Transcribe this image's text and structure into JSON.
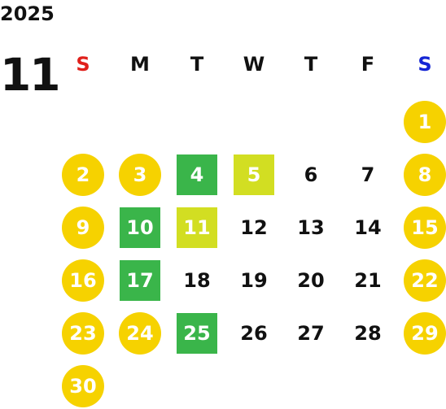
{
  "calendar": {
    "year": "2025",
    "month": "11",
    "weekdays": [
      "S",
      "M",
      "T",
      "W",
      "T",
      "F",
      "S"
    ],
    "days": [
      {
        "label": "1",
        "style": "circle"
      },
      {
        "label": "2",
        "style": "circle"
      },
      {
        "label": "3",
        "style": "circle"
      },
      {
        "label": "4",
        "style": "green"
      },
      {
        "label": "5",
        "style": "lime"
      },
      {
        "label": "6",
        "style": "plain"
      },
      {
        "label": "7",
        "style": "plain"
      },
      {
        "label": "8",
        "style": "circle"
      },
      {
        "label": "9",
        "style": "circle"
      },
      {
        "label": "10",
        "style": "green"
      },
      {
        "label": "11",
        "style": "lime"
      },
      {
        "label": "12",
        "style": "plain"
      },
      {
        "label": "13",
        "style": "plain"
      },
      {
        "label": "14",
        "style": "plain"
      },
      {
        "label": "15",
        "style": "circle"
      },
      {
        "label": "16",
        "style": "circle"
      },
      {
        "label": "17",
        "style": "green"
      },
      {
        "label": "18",
        "style": "plain"
      },
      {
        "label": "19",
        "style": "plain"
      },
      {
        "label": "20",
        "style": "plain"
      },
      {
        "label": "21",
        "style": "plain"
      },
      {
        "label": "22",
        "style": "circle"
      },
      {
        "label": "23",
        "style": "circle"
      },
      {
        "label": "24",
        "style": "circle"
      },
      {
        "label": "25",
        "style": "green"
      },
      {
        "label": "26",
        "style": "plain"
      },
      {
        "label": "27",
        "style": "plain"
      },
      {
        "label": "28",
        "style": "plain"
      },
      {
        "label": "29",
        "style": "circle"
      },
      {
        "label": "30",
        "style": "circle"
      }
    ]
  },
  "colors": {
    "text": "#111111",
    "sunday_header": "#e0201b",
    "saturday_header": "#1526d4",
    "holiday_circle": "#f6d200",
    "green_square": "#3ab54a",
    "lime_square": "#d2de22",
    "highlight_text": "#ffffff"
  }
}
